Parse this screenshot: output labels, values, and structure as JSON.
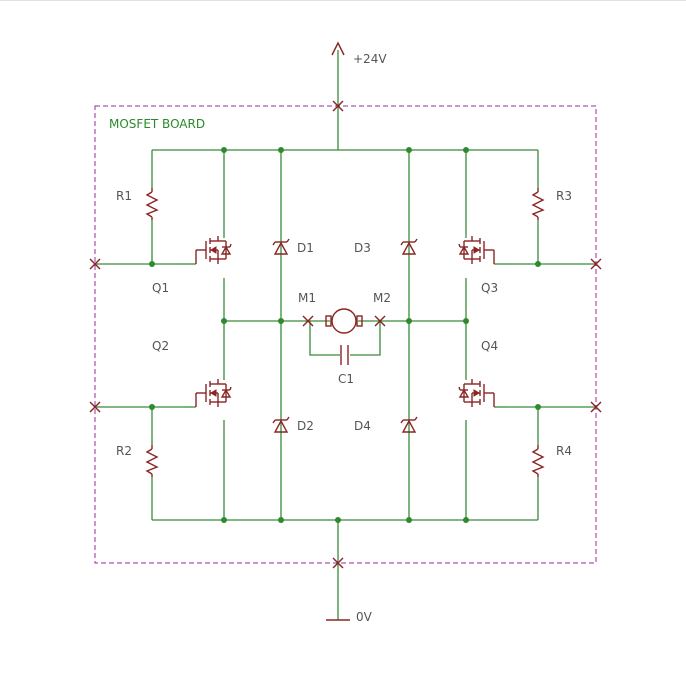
{
  "board": {
    "title": "MOSFET BOARD"
  },
  "power": {
    "supply": "+24V",
    "ground": "0V"
  },
  "resistors": [
    "R1",
    "R2",
    "R3",
    "R4"
  ],
  "transistors": [
    "Q1",
    "Q2",
    "Q3",
    "Q4"
  ],
  "diodes": [
    "D1",
    "D2",
    "D3",
    "D4"
  ],
  "motor_terminals": [
    "M1",
    "M2"
  ],
  "capacitor": "C1",
  "colors": {
    "wire": "#3a8a3a",
    "component": "#8a2525",
    "border": "#9c2d9c",
    "title": "#2a8a2a"
  }
}
